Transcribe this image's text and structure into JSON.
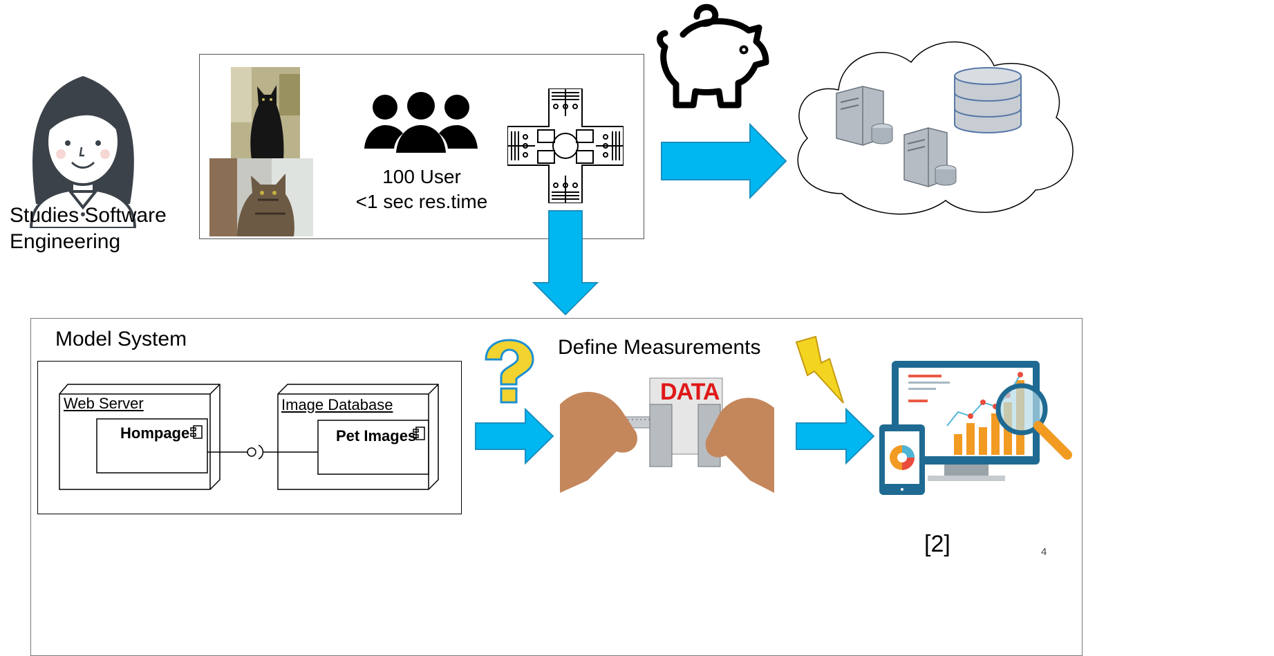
{
  "person": {
    "caption_line1": "Studies Software",
    "caption_line2": "Engineering"
  },
  "requirements": {
    "users_line1": "100 User",
    "users_line2": "<1 sec res.time"
  },
  "model": {
    "title": "Model System",
    "nodes": [
      {
        "title": "Web Server",
        "component": "Hompage"
      },
      {
        "title": "Image Database",
        "component": "Pet Images"
      }
    ]
  },
  "measure": {
    "title": "Define Measurements",
    "data_label": "DATA"
  },
  "reference": "[2]",
  "page_number": "4",
  "colors": {
    "arrow": "#00b7f1",
    "arrow_stroke": "#1a8fc0",
    "question": "#f2d32f",
    "bolt": "#f3d420"
  }
}
